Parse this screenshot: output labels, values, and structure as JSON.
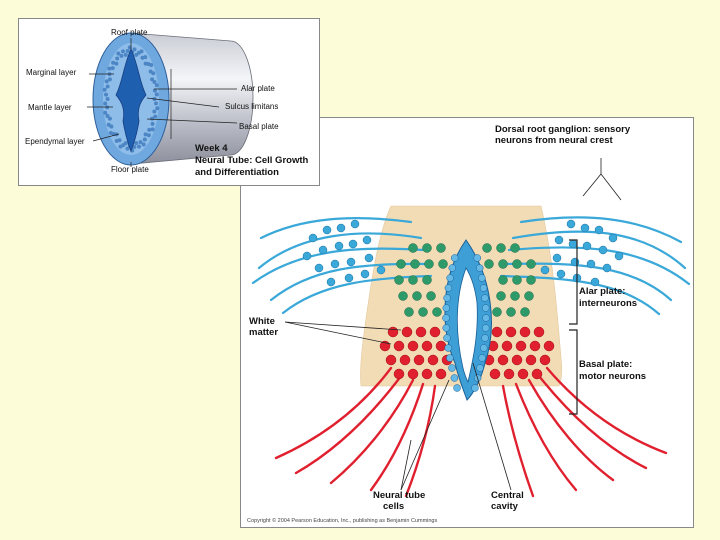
{
  "top_figure": {
    "roof_plate": "Roof plate",
    "marginal_layer": "Marginal layer",
    "mantle_layer": "Mantle layer",
    "ependymal_layer": "Ependymal layer",
    "floor_plate": "Floor plate",
    "alar_plate": "Alar plate",
    "sulcus_limitans": "Sulcus limitans",
    "basal_plate": "Basal plate",
    "title_line1": "Week 4",
    "title_line2": "Neural Tube: Cell Growth",
    "title_line3": "and Differentiation"
  },
  "main_figure": {
    "dorsal_root_line1": "Dorsal root ganglion: sensory",
    "dorsal_root_line2": "neurons from neural crest",
    "alar_line1": "Alar plate:",
    "alar_line2": "interneurons",
    "basal_line1": "Basal plate:",
    "basal_line2": "motor neurons",
    "white_matter_line1": "White",
    "white_matter_line2": "matter",
    "neural_tube_line1": "Neural tube",
    "neural_tube_line2": "cells",
    "central_line1": "Central",
    "central_line2": "cavity",
    "copyright": "Copyright © 2004 Pearson Education, Inc., publishing as Benjamin Cummings"
  },
  "colors": {
    "background": "#fdfcd8",
    "tissue": "#f2dcb6",
    "blue_cells": "#3d9fd6",
    "green_cells": "#2e9a6a",
    "red_cells": "#e0202e",
    "cyan_neurons": "#3aa8d8"
  }
}
